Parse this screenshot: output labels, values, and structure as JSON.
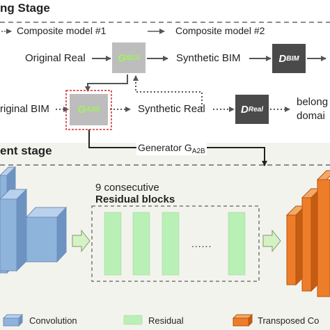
{
  "headers": {
    "training": "ng Stage",
    "deployment": "ent stage"
  },
  "legend_top": {
    "composite1": "Composite model #1",
    "composite2": "Composite model #2"
  },
  "nodes": {
    "original_real": "Original Real",
    "synthetic_bim": "Synthetic BIM",
    "original_bim": "riginal BIM",
    "synthetic_real": "Synthetic Real",
    "belong_line1": "belong",
    "belong_line2": "domai",
    "generator_label": "Generator G",
    "generator_sub": "A2B"
  },
  "generators": {
    "g_b2a": {
      "main": "G",
      "sub": "B2A"
    },
    "g_a2b": {
      "main": "G",
      "sub": "A2B"
    }
  },
  "discriminators": {
    "d_bim": {
      "main": "D",
      "sub": "BIM"
    },
    "d_real": {
      "main": "D",
      "sub": "Real"
    }
  },
  "residual": {
    "line1": "9 consecutive",
    "line2": "Residual blocks",
    "ellipsis": "......"
  },
  "legend_bottom": {
    "convolution": "Convolution",
    "residual": "Residual",
    "transposed": "Transposed Co"
  },
  "colors": {
    "conv_front": "#8fb4dc",
    "conv_top": "#b9d1ec",
    "conv_side": "#6c93c2",
    "residual": "#b9f0b5",
    "transposed_front": "#ee7d2a",
    "transposed_side": "#c65c12",
    "generator_box": "#bdbdbd",
    "generator_text": "#9ef55a",
    "discriminator_box": "#4a4a4a",
    "highlight_dash": "#d12a2a",
    "arrow_fill": "#d6f2c4"
  }
}
